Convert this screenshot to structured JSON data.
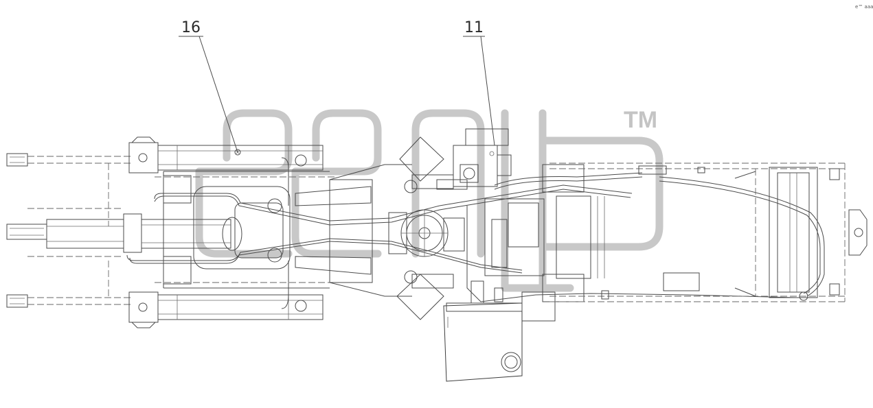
{
  "drawing": {
    "callouts": [
      {
        "label": "16"
      },
      {
        "label": "11"
      }
    ],
    "watermark": {
      "brand": "ерер",
      "mark": "TM"
    },
    "corner_mark": "e™ aaa"
  }
}
